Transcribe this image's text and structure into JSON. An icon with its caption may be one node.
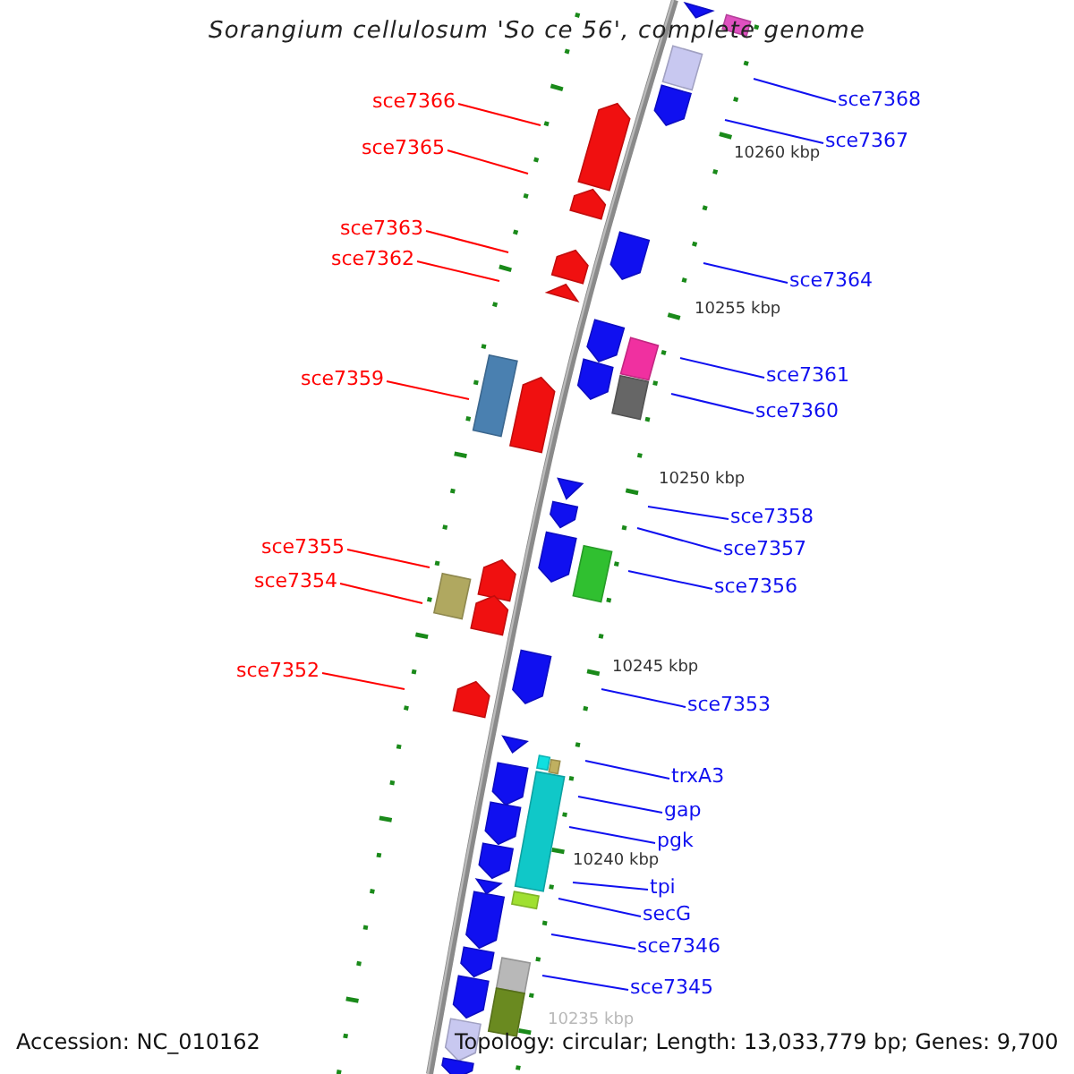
{
  "diagram": {
    "title": "Sorangium cellulosum 'So ce 56', complete genome",
    "nodes": [
      {
        "text": [
          "sce7366"
        ]
      },
      {
        "text": [
          "sce7368"
        ]
      },
      {
        "text": [
          "sce7367"
        ]
      },
      {
        "text": [
          "sce7365"
        ]
      },
      {
        "text": [
          "sce7363"
        ]
      },
      {
        "text": [
          "sce7362"
        ]
      },
      {
        "text": [
          "sce7364"
        ]
      },
      {
        "text": [
          "sce7359"
        ]
      },
      {
        "text": [
          "sce7361"
        ]
      },
      {
        "text": [
          "sce7360"
        ]
      },
      {
        "text": [
          "sce7358"
        ]
      },
      {
        "text": [
          "sce7355"
        ]
      },
      {
        "text": [
          "sce7357"
        ]
      },
      {
        "text": [
          "sce7354"
        ]
      },
      {
        "text": [
          "sce7356"
        ]
      },
      {
        "text": [
          "sce7352"
        ]
      },
      {
        "text": [
          "sce7353"
        ]
      },
      {
        "text": [
          "trxA3"
        ]
      },
      {
        "text": [
          "gap"
        ]
      },
      {
        "text": [
          "pgk"
        ]
      },
      {
        "text": [
          "tpi"
        ]
      },
      {
        "text": [
          "secG"
        ]
      },
      {
        "text": [
          "sce7346"
        ]
      },
      {
        "text": [
          "sce7345"
        ]
      }
    ],
    "edges": [
      {
        "from": 0,
        "to": null,
        "arrow": "none",
        "color": "#ff0000"
      },
      {
        "from": 1,
        "to": null,
        "arrow": "none"
      },
      {
        "from": 2,
        "to": null,
        "arrow": "none"
      },
      {
        "from": 3,
        "to": null,
        "arrow": "none",
        "color": "#ff0000"
      },
      {
        "from": 4,
        "to": null,
        "arrow": "none",
        "color": "#ff0000"
      },
      {
        "from": 5,
        "to": null,
        "arrow": "none",
        "color": "#ff0000"
      },
      {
        "from": 6,
        "to": null,
        "arrow": "none"
      },
      {
        "from": 7,
        "to": null,
        "arrow": "none",
        "color": "#ff0000"
      },
      {
        "from": 8,
        "to": null,
        "arrow": "none"
      },
      {
        "from": 9,
        "to": null,
        "arrow": "none"
      },
      {
        "from": 10,
        "to": null,
        "arrow": "none"
      },
      {
        "from": 11,
        "to": null,
        "arrow": "none",
        "color": "#ff0000"
      },
      {
        "from": 12,
        "to": null,
        "arrow": "none"
      },
      {
        "from": 13,
        "to": null,
        "arrow": "none",
        "color": "#ff0000"
      },
      {
        "from": 14,
        "to": null,
        "arrow": "none"
      },
      {
        "from": 15,
        "to": null,
        "arrow": "none",
        "color": "#ff0000"
      },
      {
        "from": 16,
        "to": null,
        "arrow": "none"
      },
      {
        "from": 17,
        "to": null,
        "arrow": "none"
      },
      {
        "from": 18,
        "to": null,
        "arrow": "none"
      },
      {
        "from": 19,
        "to": null,
        "arrow": "none"
      },
      {
        "from": 20,
        "to": null,
        "arrow": "none"
      },
      {
        "from": 21,
        "to": null,
        "arrow": "none"
      },
      {
        "from": 22,
        "to": null,
        "arrow": "none"
      },
      {
        "from": 23,
        "to": null,
        "arrow": "none"
      }
    ],
    "labels": [
      "10260 kbp",
      "10255 kbp",
      "10250 kbp",
      "10245 kbp",
      "10240 kbp",
      "10235 kbp",
      "Accession: NC_010162",
      "Topology: circular; Length: 13,033,779 bp; Genes: 9,700"
    ]
  }
}
